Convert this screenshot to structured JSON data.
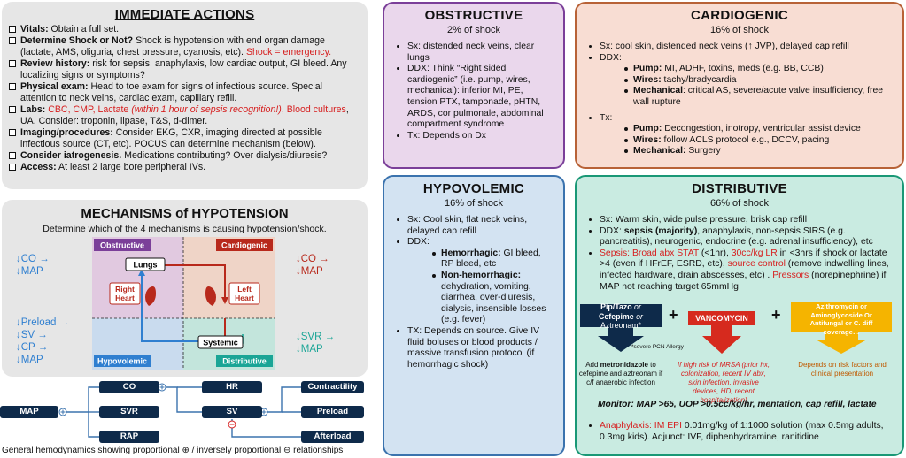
{
  "immediate": {
    "title": "IMMEDIATE ACTIONS",
    "items": [
      {
        "label": "Vitals:",
        "text": " Obtain a full set."
      },
      {
        "label": "Determine Shock or Not?",
        "text": " Shock is hypotension with end organ damage (lactate, AMS, oliguria, chest pressure, cyanosis, etc). ",
        "red": "Shock = emergency."
      },
      {
        "label": "Review history:",
        "text": " risk for sepsis, anaphylaxis, low cardiac output, GI bleed. Any localizing signs or symptoms?"
      },
      {
        "label": "Physical exam:",
        "text": " Head to toe exam for signs of infectious source. Special attention to neck veins, cardiac exam, capillary refill."
      },
      {
        "label": "Labs:",
        "red_a": " CBC, CMP, Lactate ",
        "red_italic": "(within 1 hour of sepsis recognition!)",
        "red_b": ", Blood cultures",
        "text": ", UA.  Consider: troponin, lipase, T&S, d-dimer."
      },
      {
        "label": "Imaging/procedures:",
        "text": " Consider EKG, CXR, imaging directed at possible infectious source (CT, etc). POCUS can determine mechanism (below)."
      },
      {
        "label": "Consider iatrogenesis.",
        "text": " Medications contributing? Over dialysis/diuresis?"
      },
      {
        "label": "Access:",
        "text": " At least 2 large bore peripheral IVs."
      }
    ]
  },
  "mechanisms": {
    "title": "MECHANISMS of HYPOTENSION",
    "subtitle": "Determine which of the 4 mechanisms is causing hypotension/shock.",
    "quadrants": {
      "obstructive": "Obstructive",
      "cardiogenic": "Cardiogenic",
      "hypovolemic": "Hypovolemic",
      "distributive": "Distributive"
    },
    "nodes": {
      "lungs": "Lungs",
      "right_heart_1": "Right",
      "right_heart_2": "Heart",
      "left_heart_1": "Left",
      "left_heart_2": "Heart",
      "systemic": "Systemic"
    },
    "left_top": [
      "↓CO →",
      "↓MAP"
    ],
    "right_top": [
      "↓CO →",
      "↓MAP"
    ],
    "left_bottom": [
      "↓Preload →",
      "↓SV →",
      "↓CP →",
      "↓MAP"
    ],
    "right_bottom": [
      "↓SVR →",
      "↓MAP"
    ]
  },
  "obstructive": {
    "title": "OBSTRUCTIVE",
    "pct": "2% of shock",
    "items": [
      "Sx: distended neck veins, clear lungs",
      "DDX: Think “Right sided cardiogenic” (i.e. pump, wires, mechanical): inferior MI, PE, tension PTX, tamponade, pHTN, ARDS, cor pulmonale, abdominal compartment syndrome",
      "Tx: Depends on Dx"
    ]
  },
  "cardiogenic": {
    "title": "CARDIOGENIC",
    "pct": "16% of shock",
    "sx": "Sx: cool skin, distended neck veins (↑ JVP), delayed cap refill",
    "ddx": "DDX:",
    "ddx_items": [
      {
        "label": "Pump:",
        "text": " MI, ADHF, toxins, meds (e.g. BB, CCB)"
      },
      {
        "label": "Wires:",
        "text": " tachy/bradycardia"
      },
      {
        "label": "Mechanical",
        "text": ": critical AS, severe/acute valve insufficiency, free wall rupture"
      }
    ],
    "tx": "Tx:",
    "tx_items": [
      {
        "label": "Pump:",
        "text": " Decongestion, inotropy, ventricular assist device"
      },
      {
        "label": "Wires:",
        "text": " follow ACLS protocol e.g., DCCV, pacing"
      },
      {
        "label": "Mechanical:",
        "text": " Surgery"
      }
    ]
  },
  "hypovolemic": {
    "title": "HYPOVOLEMIC",
    "pct": "16% of shock",
    "sx": "Sx: Cool skin, flat neck veins, delayed cap refill",
    "ddx": "DDX:",
    "ddx_items": [
      {
        "label": "Hemorrhagic:",
        "text": " GI bleed, RP bleed, etc"
      },
      {
        "label": "Non-hemorrhagic:",
        "text": " dehydration, vomiting, diarrhea, over-diuresis, dialysis, insensible losses (e.g. fever)"
      }
    ],
    "tx": "TX: Depends on source. Give IV fluid boluses or blood products / massive transfusion protocol (if hemorrhagic shock)"
  },
  "distributive": {
    "title": "DISTRIBUTIVE",
    "pct": "66% of shock",
    "sx": "Sx: Warm skin, wide pulse pressure, brisk cap refill",
    "ddx_a": "DDX: ",
    "ddx_b": "sepsis (majority)",
    "ddx_c": ", anaphylaxis, non-sepsis SIRS (e.g. pancreatitis), neurogenic, endocrine (e.g. adrenal insufficiency), etc",
    "sepsis_a": "Sepsis: Broad abx STAT",
    "sepsis_b": " (<1hr), ",
    "sepsis_c": "30cc/kg LR",
    "sepsis_d": " in <3hrs if shock or lactate >4 (even if HFrEF, ESRD, etc), ",
    "sepsis_e": "source control",
    "sepsis_f": " (remove indwelling lines, infected hardware, drain abscesses, etc) . ",
    "sepsis_g": "Pressors",
    "sepsis_h": " (norepinephrine) if MAP not reaching target 65mmHg",
    "abx1_a": "Pip/Tazo",
    "abx1_b": " or",
    "abx1_c": "Cefepime",
    "abx1_d": " or",
    "abx1_e": "Aztreonam*",
    "abx1_note": "*severe PCN Allergy",
    "abx2": "VANCOMYCIN",
    "abx3": "Azithromycin or Aminoglycoside Or Antifungal or C. diff coverage…",
    "plus": "+",
    "note1_a": "Add ",
    "note1_b": "metronidazole",
    "note1_c": " to cefepime and aztreonam if c/f anaerobic infection",
    "note2": "If high risk of MRSA (prior hx, colonization, recent IV abx, skin infection, invasive devices, HD, recent hospitalization)",
    "note3": "Depends on risk factors and clinical presentation",
    "monitor": "Monitor: MAP >65, UOP >0.5cc/kg/hr, mentation, cap refill, lactate",
    "anaph_a": "Anaphylaxis: IM EPI",
    "anaph_b": " 0.01mg/kg of 1:1000 solution (max 0.5mg adults, 0.3mg kids). Adjunct: IVF, diphenhydramine, ranitidine"
  },
  "hemodynamics": {
    "map": "MAP",
    "co": "CO",
    "svr": "SVR",
    "rap": "RAP",
    "hr": "HR",
    "sv": "SV",
    "contractility": "Contractility",
    "preload": "Preload",
    "afterload": "Afterload",
    "plus": "+",
    "minus": "−",
    "caption": "General hemodynamics showing proportional ⊕ / inversely proportional ⊖ relationships"
  },
  "colors": {
    "navy": "#0e2a4a",
    "red": "#d62020",
    "vanc": "#d62a1e",
    "abx3": "#f5b400"
  }
}
